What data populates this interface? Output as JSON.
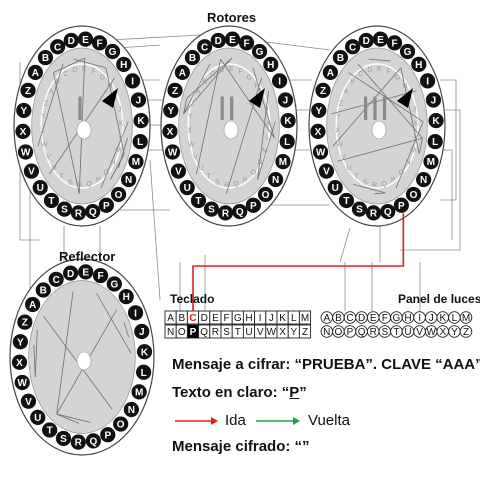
{
  "titles": {
    "rotors": "Rotores",
    "reflector": "Reflector",
    "keyboard": "Teclado",
    "lamps": "Panel de luces"
  },
  "rotors": [
    {
      "numeral": "I"
    },
    {
      "numeral": "II"
    },
    {
      "numeral": "III"
    }
  ],
  "alphabet": [
    "A",
    "B",
    "C",
    "D",
    "E",
    "F",
    "G",
    "H",
    "I",
    "J",
    "K",
    "L",
    "M",
    "N",
    "O",
    "P",
    "Q",
    "R",
    "S",
    "T",
    "U",
    "V",
    "W",
    "X",
    "Y",
    "Z"
  ],
  "keyboard": {
    "row1": [
      "A",
      "B",
      "C",
      "D",
      "E",
      "F",
      "G",
      "H",
      "I",
      "J",
      "K",
      "L",
      "M"
    ],
    "row2": [
      "N",
      "O",
      "P",
      "Q",
      "R",
      "S",
      "T",
      "U",
      "V",
      "W",
      "X",
      "Y",
      "Z"
    ],
    "pressed_key": "P",
    "active_key": "C"
  },
  "lamps": {
    "row1": [
      "A",
      "B",
      "C",
      "D",
      "E",
      "F",
      "G",
      "H",
      "I",
      "J",
      "K",
      "L",
      "M"
    ],
    "row2": [
      "N",
      "O",
      "P",
      "Q",
      "R",
      "S",
      "T",
      "U",
      "V",
      "W",
      "X",
      "Y",
      "Z"
    ]
  },
  "info": {
    "message_line": "Mensaje a cifrar: “PRUEBA”. CLAVE “AAA”",
    "plain_prefix": "Texto en claro: “",
    "plain_letter": "P",
    "plain_suffix": "”",
    "legend_ida": "Ida",
    "legend_vuelta": "Vuelta",
    "cipher_line": "Mensaje cifrado: “”"
  },
  "colors": {
    "ida": "#e02020",
    "vuelta": "#1e9e4a",
    "letter_disc": "#111111",
    "inner_disc": "#d4d4d4",
    "wiring": "#8a8a8a"
  }
}
